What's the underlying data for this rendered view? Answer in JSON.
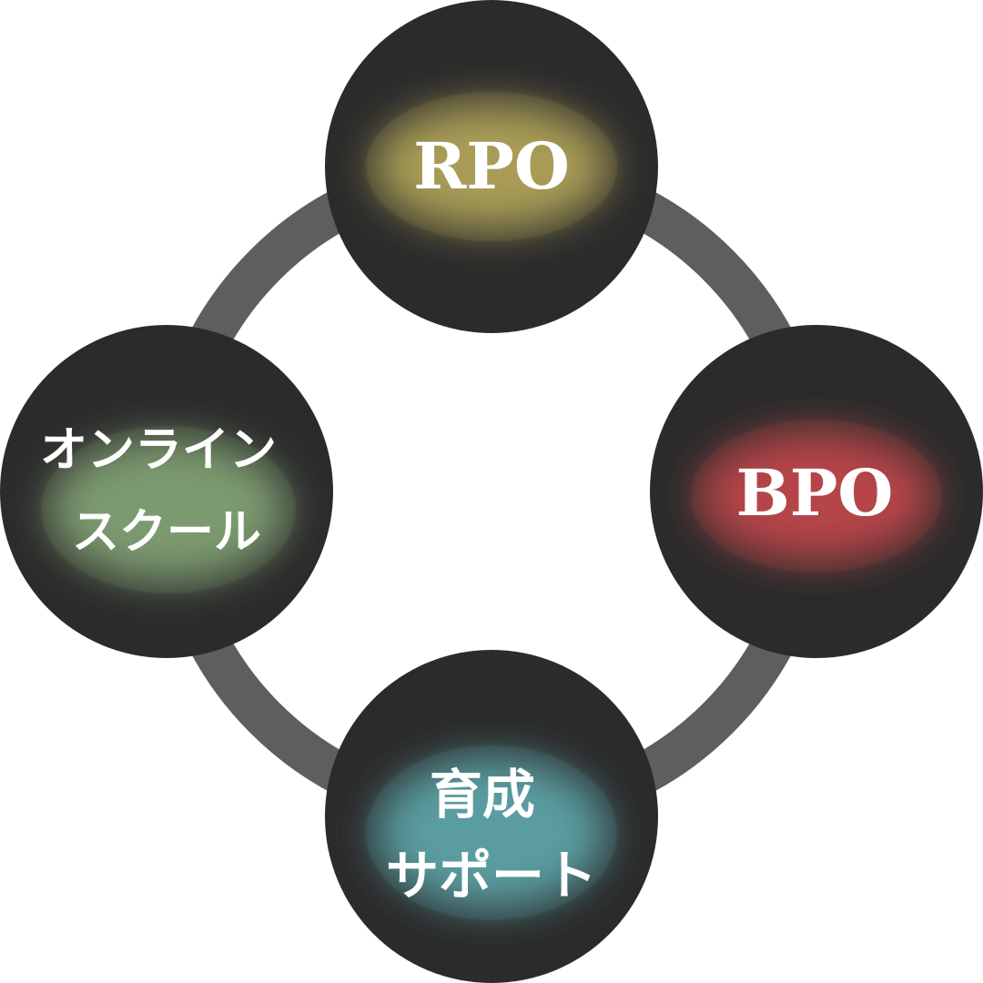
{
  "diagram": {
    "ring_color": "#5e5e5e",
    "circle_color": "#2b2b2b",
    "text_color": "#ffffff",
    "nodes": [
      {
        "id": "rpo",
        "lines": [
          "RPO"
        ],
        "glow_color": "#a89c56"
      },
      {
        "id": "bpo",
        "lines": [
          "BPO"
        ],
        "glow_color": "#b54548"
      },
      {
        "id": "ikusei",
        "lines": [
          "育成",
          "サポート"
        ],
        "glow_color": "#5a9ca0"
      },
      {
        "id": "online",
        "lines": [
          "オンライン",
          "スクール"
        ],
        "glow_color": "#7c9a70"
      }
    ]
  }
}
